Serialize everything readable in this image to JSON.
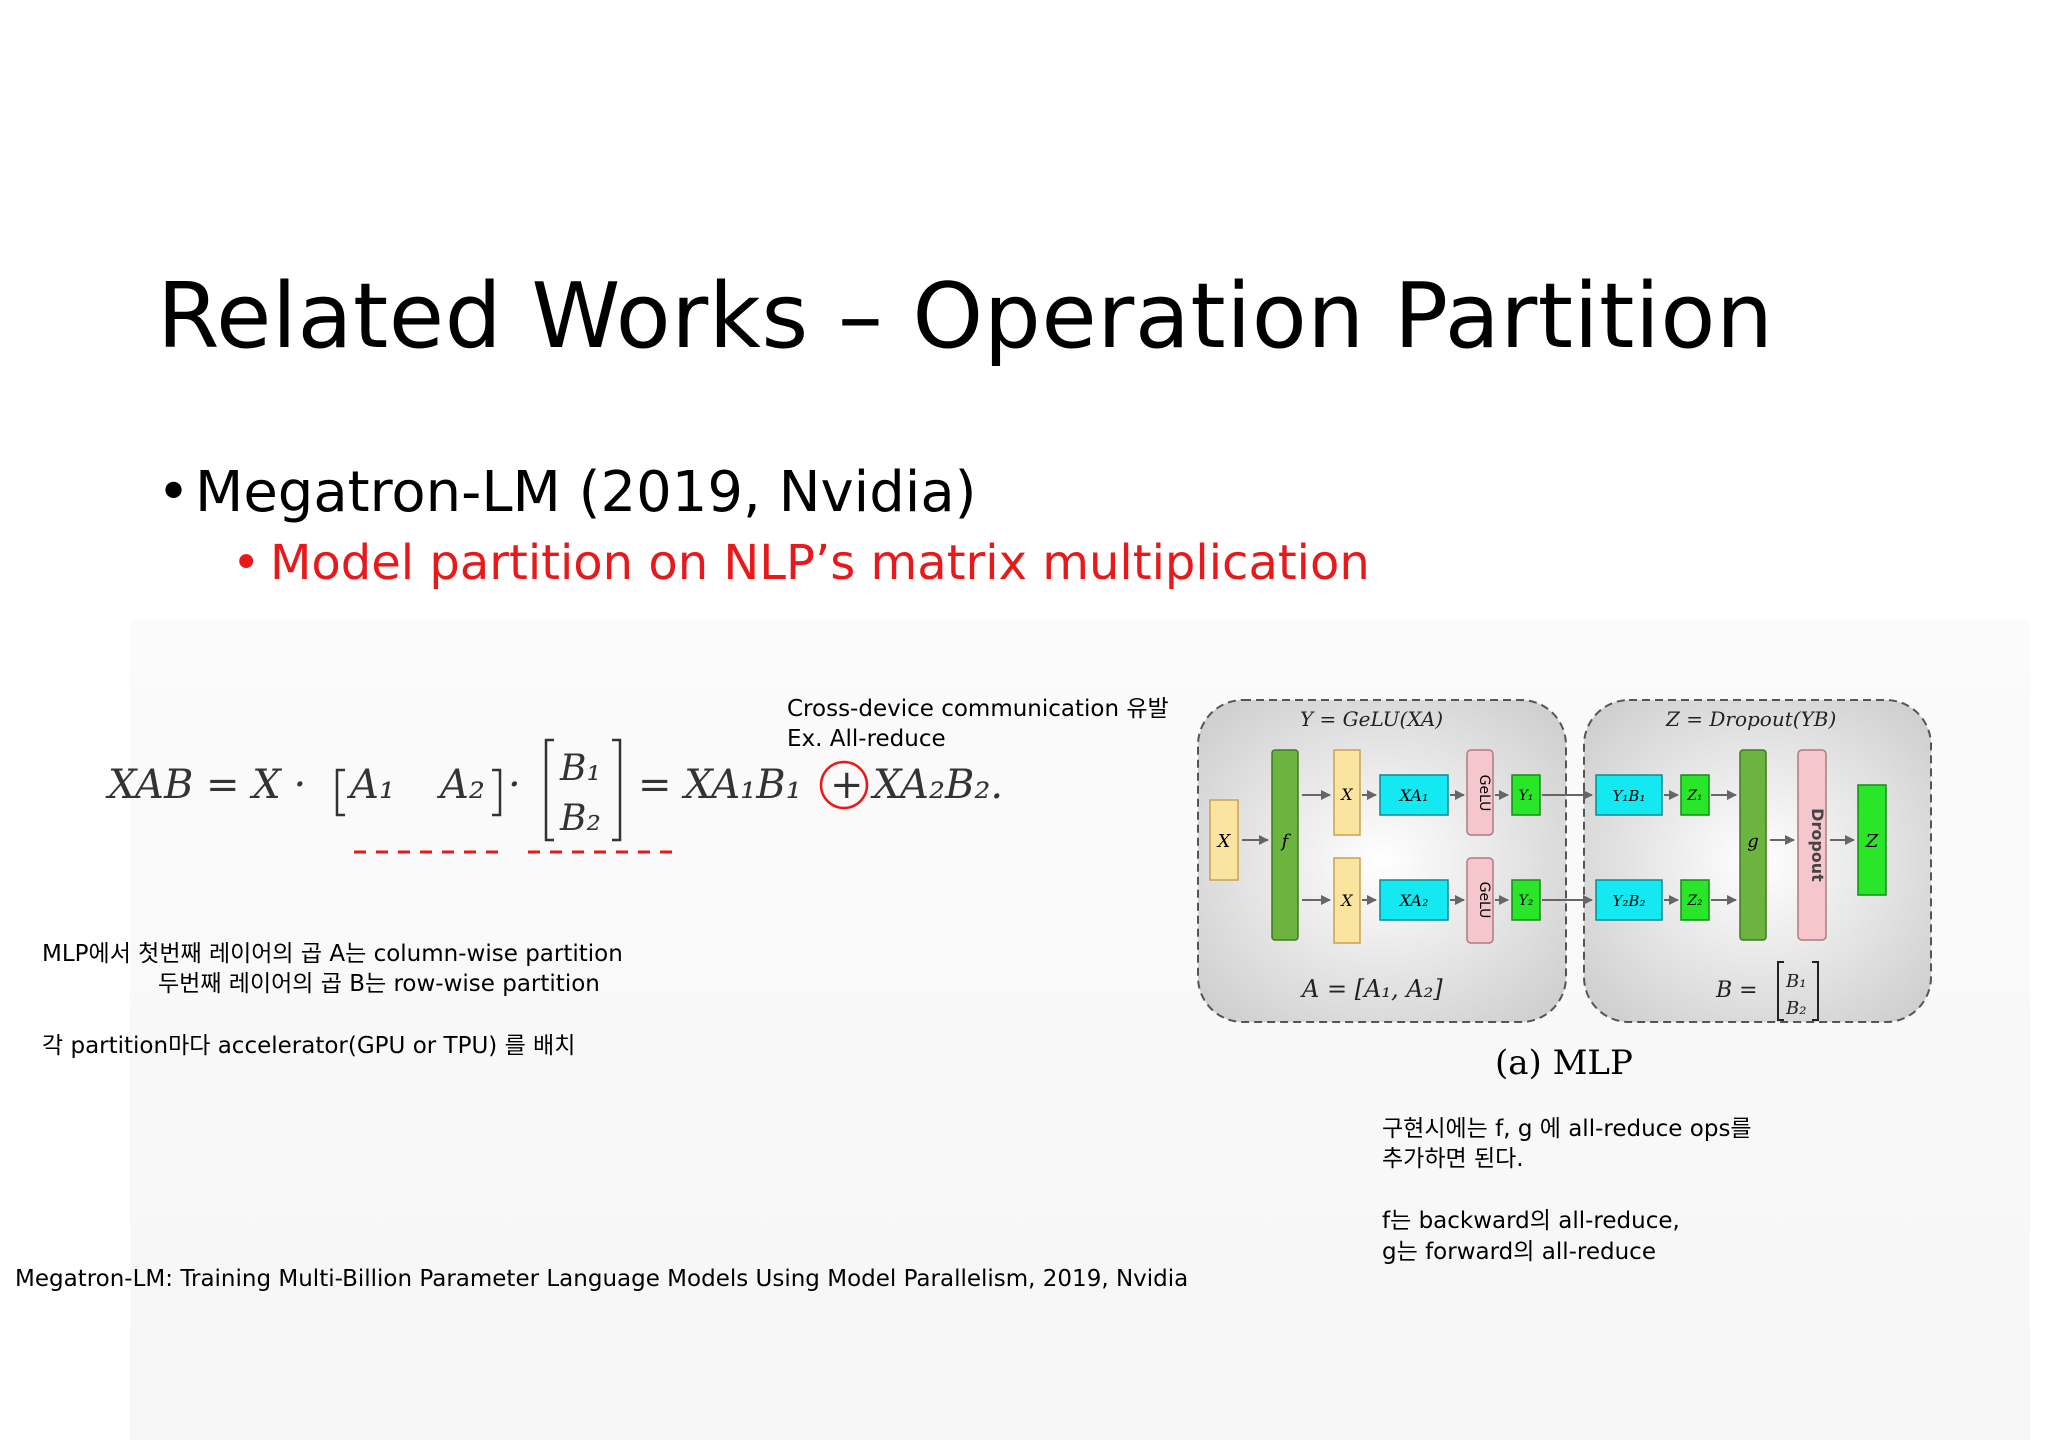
{
  "slide": {
    "title": "Related Works – Operation Partition",
    "bullet1": "Megatron-LM (2019, Nvidia)",
    "bullet2": "Model partition on NLP’s matrix multiplication",
    "bullet_symbol": "•",
    "accent_color": "#e8191b"
  },
  "equation": {
    "lhs": "XAB = X ·",
    "a1": "A₁",
    "a2": "A₂",
    "b1": "B₁",
    "b2": "B₂",
    "dot": "·",
    "eq2": "= XA₁B₁",
    "plus": "+",
    "rhs": "XA₂B₂."
  },
  "annotations": {
    "cross_device_1": "Cross-device communication 유발",
    "cross_device_2": "Ex. All-reduce",
    "mlp_line1": "MLP에서 첫번째 레이어의 곱 A는 column-wise partition",
    "mlp_line2": "두번째 레이어의 곱 B는 row-wise partition",
    "accelerator": "각 partition마다 accelerator(GPU or TPU) 를 배치",
    "citation": "Megatron-LM: Training Multi-Billion Parameter Language Models Using Model Parallelism, 2019, Nvidia",
    "impl1": "구현시에는 f, g 에 all-reduce ops를",
    "impl2": "추가하면 된다.",
    "impl3": "f는 backward의 all-reduce,",
    "impl4": "g는 forward의 all-reduce"
  },
  "mlp_figure": {
    "left_title": "Y = GeLU(XA)",
    "right_title": "Z = Dropout(YB)",
    "left_bottom": "A = [A₁, A₂]",
    "right_bottom_lhs": "B =",
    "right_b1": "B₁",
    "right_b2": "B₂",
    "x_input": "X",
    "f_label": "f",
    "x_copy": "X",
    "xa1": "XA₁",
    "xa2": "XA₂",
    "gelu": "GeLU",
    "y1": "Y₁",
    "y2": "Y₂",
    "y1b1": "Y₁B₁",
    "y2b2": "Y₂B₂",
    "z1": "Z₁",
    "z2": "Z₂",
    "g_label": "g",
    "dropout": "Dropout",
    "z_out": "Z",
    "caption": "(a) MLP",
    "colors": {
      "yellow": "#fbe3a0",
      "green_bar": "#6db33f",
      "cyan": "#14e8f0",
      "pink": "#f5c6cb",
      "bright_green": "#29e629",
      "panel_bg": "#e6e6e6"
    }
  }
}
